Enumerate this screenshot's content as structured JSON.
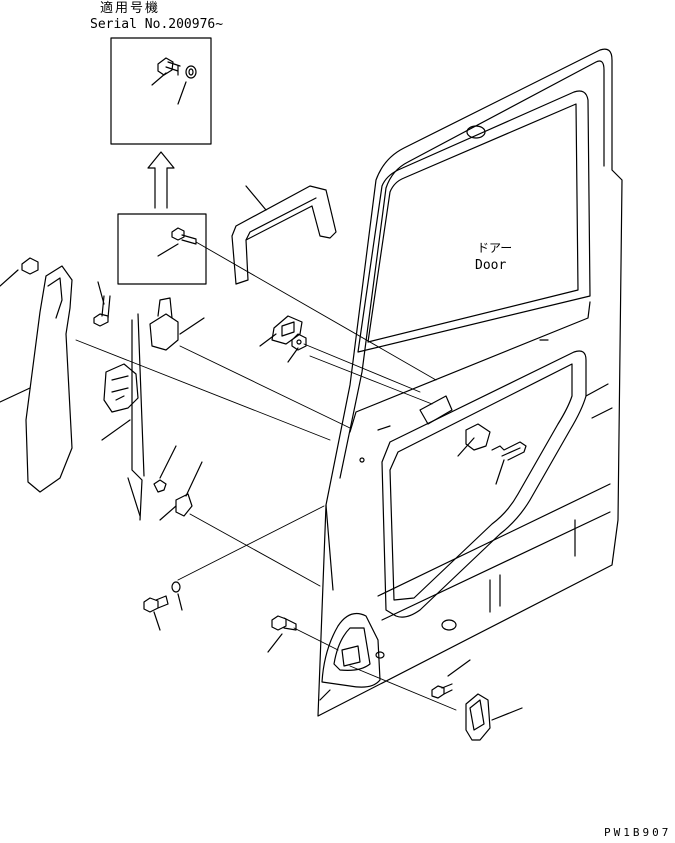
{
  "header": {
    "applicable_label": "適用号機",
    "serial_label": "Serial No.200976~"
  },
  "door_label": {
    "jp": "ドアー",
    "en": "Door"
  },
  "drawing_code": "PW1B907"
}
